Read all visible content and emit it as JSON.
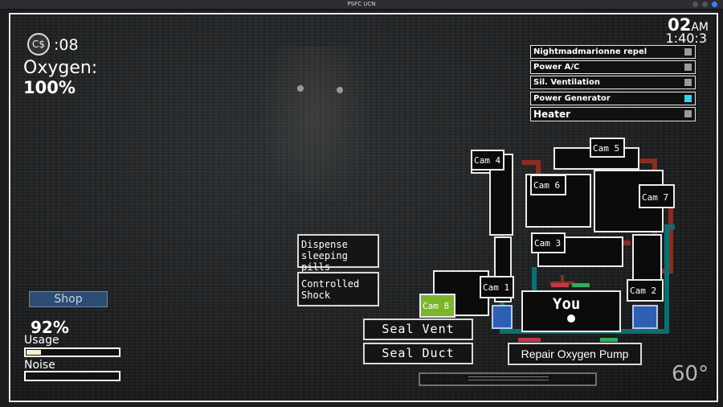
{
  "window": {
    "title": "PSFC UCN"
  },
  "hud": {
    "coin_symbol": "C$",
    "coins": ":08",
    "oxygen_label": "Oxygen:",
    "oxygen_value": "100%",
    "shop_label": "Shop",
    "power_percent": "92%",
    "usage_label": "Usage",
    "usage_level_fraction": 0.16,
    "noise_label": "Noise",
    "noise_level_fraction": 0,
    "night": "02",
    "night_ampm": "AM",
    "timer": "1:40:3",
    "temperature": "60°"
  },
  "systems": [
    {
      "label": "Nightmadmarionne repel",
      "active": false
    },
    {
      "label": "Power A/C",
      "active": false
    },
    {
      "label": "Sil. Ventilation",
      "active": false
    },
    {
      "label": "Power Generator",
      "active": true
    },
    {
      "label": "Heater",
      "active": false
    }
  ],
  "buttons": {
    "dispense": "Dispense sleeping pills",
    "shock": "Controlled Shock",
    "seal_vent": "Seal Vent",
    "seal_duct": "Seal Duct",
    "repair_oxygen": "Repair Oxygen Pump"
  },
  "map": {
    "you_label": "You",
    "selected_camera": "Cam 8",
    "cameras": [
      "Cam 1",
      "Cam 2",
      "Cam 3",
      "Cam 4",
      "Cam 5",
      "Cam 6",
      "Cam 7",
      "Cam 8"
    ]
  },
  "colors": {
    "duct": "#8a2d22",
    "vent": "#0f6e6e",
    "selected_cam": "#7bb52a",
    "door": "#2f5fb4",
    "active_indicator": "#33d1ee"
  }
}
